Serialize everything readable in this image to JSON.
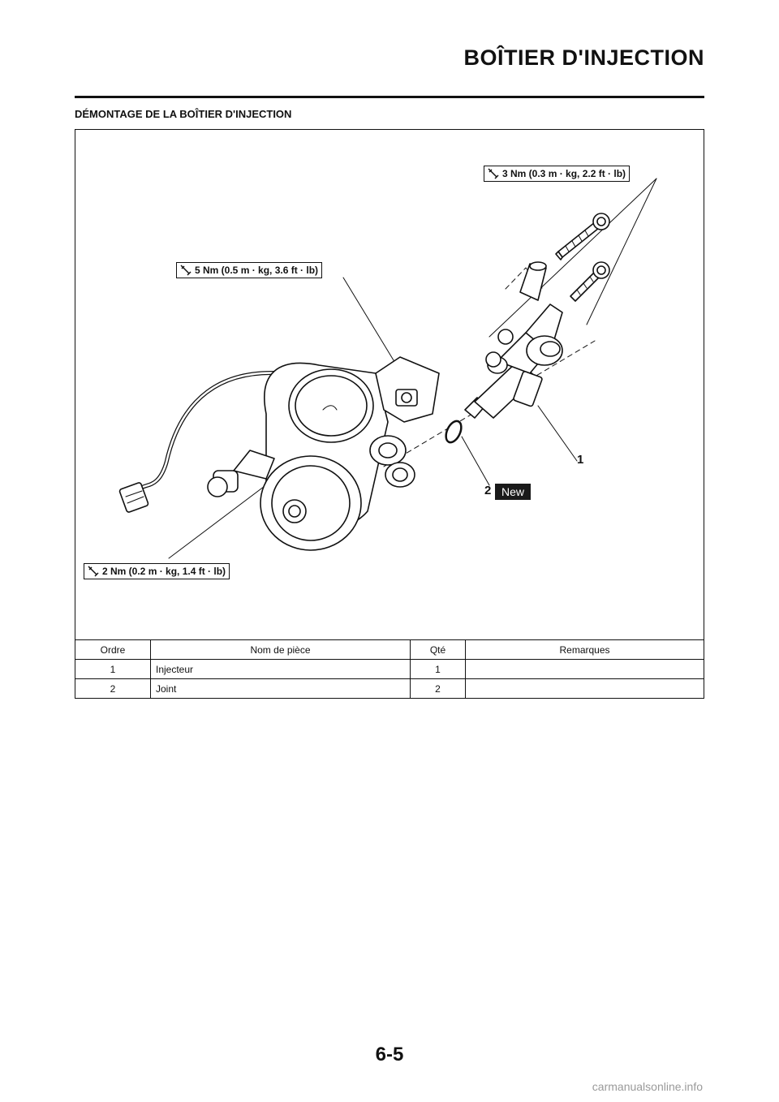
{
  "header": {
    "title": "BOÎTIER D'INJECTION"
  },
  "section": {
    "title": "DÉMONTAGE DE LA BOÎTIER D'INJECTION"
  },
  "figure": {
    "torque_labels": {
      "top_right": "3 Nm (0.3 m · kg, 2.2 ft · lb)",
      "middle": "5 Nm (0.5 m · kg, 3.6 ft · lb)",
      "bottom_left": "2 Nm (0.2 m · kg, 1.4 ft · lb)"
    },
    "callouts": {
      "one": "1",
      "two": "2"
    },
    "new_badge": "New"
  },
  "table": {
    "headers": [
      "Ordre",
      "Nom de pièce",
      "Qté",
      "Remarques"
    ],
    "rows": [
      {
        "order": "1",
        "name": "Injecteur",
        "qty": "1",
        "remarks": ""
      },
      {
        "order": "2",
        "name": "Joint",
        "qty": "2",
        "remarks": ""
      }
    ]
  },
  "footer": {
    "page_number": "6-5",
    "watermark": "carmanualsonline.info"
  }
}
